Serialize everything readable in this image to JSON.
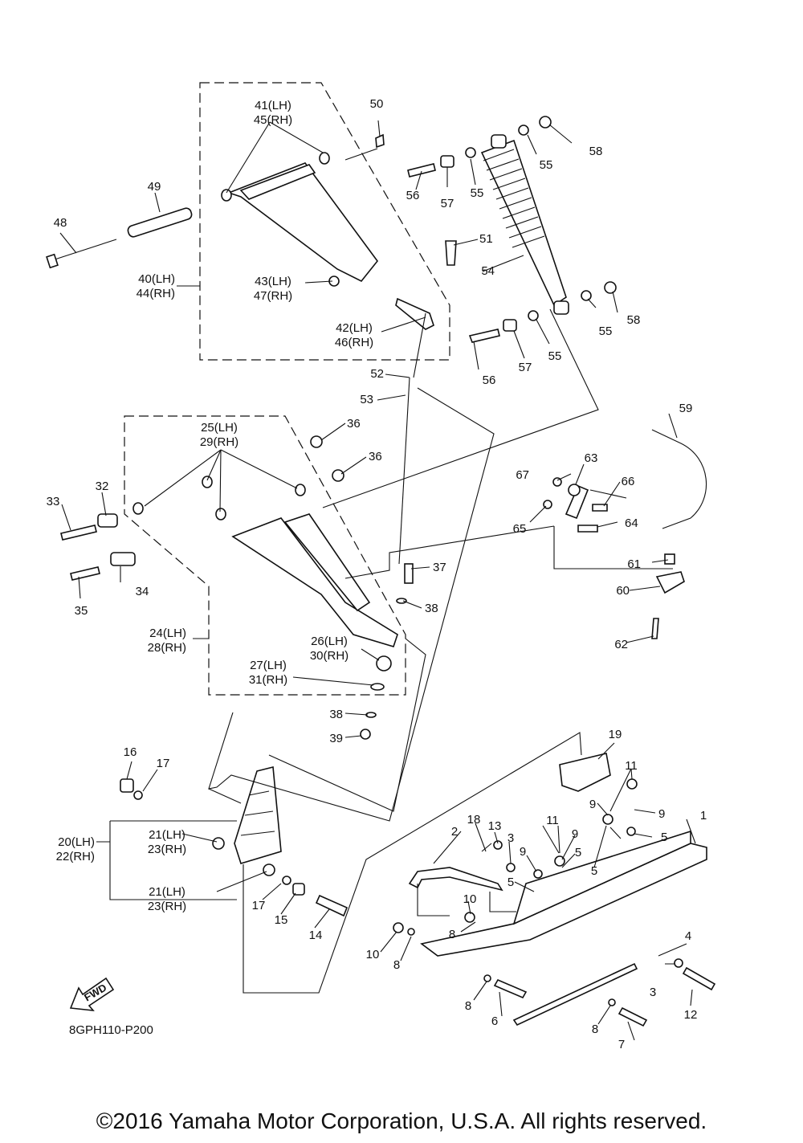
{
  "diagram_code": "8GPH110-P200",
  "fwd_label": "FWD",
  "copyright": "©2016 Yamaha Motor Corporation, U.S.A. All rights reserved.",
  "callouts": {
    "c1": "1",
    "c2": "2",
    "c3a": "3",
    "c3b": "3",
    "c4": "4",
    "c5a": "5",
    "c5b": "5",
    "c5c": "5",
    "c5d": "5",
    "c6": "6",
    "c7": "7",
    "c8a": "8",
    "c8b": "8",
    "c8c": "8",
    "c8d": "8",
    "c9a": "9",
    "c9b": "9",
    "c9c": "9",
    "c9d": "9",
    "c10a": "10",
    "c10b": "10",
    "c11a": "11",
    "c11b": "11",
    "c12": "12",
    "c13": "13",
    "c14": "14",
    "c15": "15",
    "c16": "16",
    "c17a": "17",
    "c17b": "17",
    "c18": "18",
    "c19": "19",
    "c20": "20(LH)",
    "c22": "22(RH)",
    "c21a": "21(LH)",
    "c23a": "23(RH)",
    "c21b": "21(LH)",
    "c23b": "23(RH)",
    "c24": "24(LH)",
    "c28": "28(RH)",
    "c25": "25(LH)",
    "c29": "29(RH)",
    "c26": "26(LH)",
    "c30": "30(RH)",
    "c27": "27(LH)",
    "c31": "31(RH)",
    "c32": "32",
    "c33": "33",
    "c34": "34",
    "c35": "35",
    "c36a": "36",
    "c36b": "36",
    "c37": "37",
    "c38a": "38",
    "c38b": "38",
    "c39": "39",
    "c40": "40(LH)",
    "c44": "44(RH)",
    "c41": "41(LH)",
    "c45": "45(RH)",
    "c42": "42(LH)",
    "c46": "46(RH)",
    "c43": "43(LH)",
    "c47": "47(RH)",
    "c48": "48",
    "c49": "49",
    "c50": "50",
    "c51": "51",
    "c52": "52",
    "c53": "53",
    "c54": "54",
    "c55a": "55",
    "c55b": "55",
    "c55c": "55",
    "c55d": "55",
    "c56a": "56",
    "c56b": "56",
    "c57a": "57",
    "c57b": "57",
    "c58a": "58",
    "c58b": "58",
    "c59": "59",
    "c60": "60",
    "c61": "61",
    "c62": "62",
    "c63": "63",
    "c64": "64",
    "c65": "65",
    "c66": "66",
    "c67": "67"
  }
}
